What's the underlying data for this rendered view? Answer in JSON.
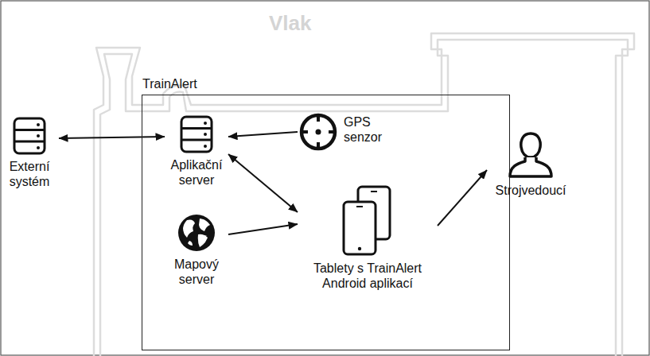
{
  "diagram": {
    "nodes": [
      {
        "text": [
          "TrainAlert"
        ]
      },
      {
        "text": [
          "Externí systém"
        ]
      },
      {
        "text": [
          "Aplikační server"
        ],
        "in": 0
      },
      {
        "text": [
          "GPS senzor"
        ],
        "in": 0
      },
      {
        "text": [
          "Mapový server"
        ],
        "in": 0
      },
      {
        "text": [
          "Tablety s TrainAlert Android aplikací"
        ],
        "in": 0
      },
      {
        "text": [
          "Strojvedoucí"
        ]
      }
    ],
    "edges": [
      {
        "from": 1,
        "to": 2,
        "arrow": "both"
      },
      {
        "from": 3,
        "to": 2,
        "arrow": "to"
      },
      {
        "from": 2,
        "to": 5,
        "arrow": "both"
      },
      {
        "from": 4,
        "to": 5,
        "arrow": "to"
      },
      {
        "from": 5,
        "to": 6,
        "arrow": "to"
      }
    ],
    "labels": [
      "Vlak"
    ]
  }
}
